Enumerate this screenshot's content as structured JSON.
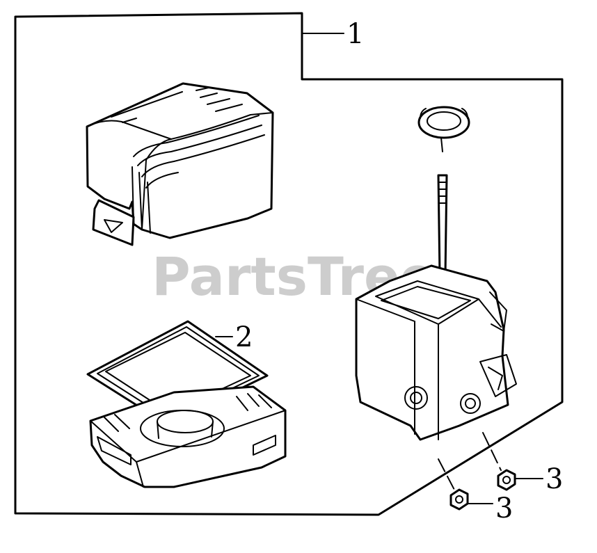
{
  "callouts": [
    {
      "id": "c1",
      "label": "1"
    },
    {
      "id": "c2",
      "label": "2"
    },
    {
      "id": "c3a",
      "label": "3"
    },
    {
      "id": "c3b",
      "label": "3"
    }
  ],
  "watermark": "PartsTree",
  "colors": {
    "line": "#000000",
    "watermark": "#c8c8c8",
    "background": "#ffffff"
  }
}
